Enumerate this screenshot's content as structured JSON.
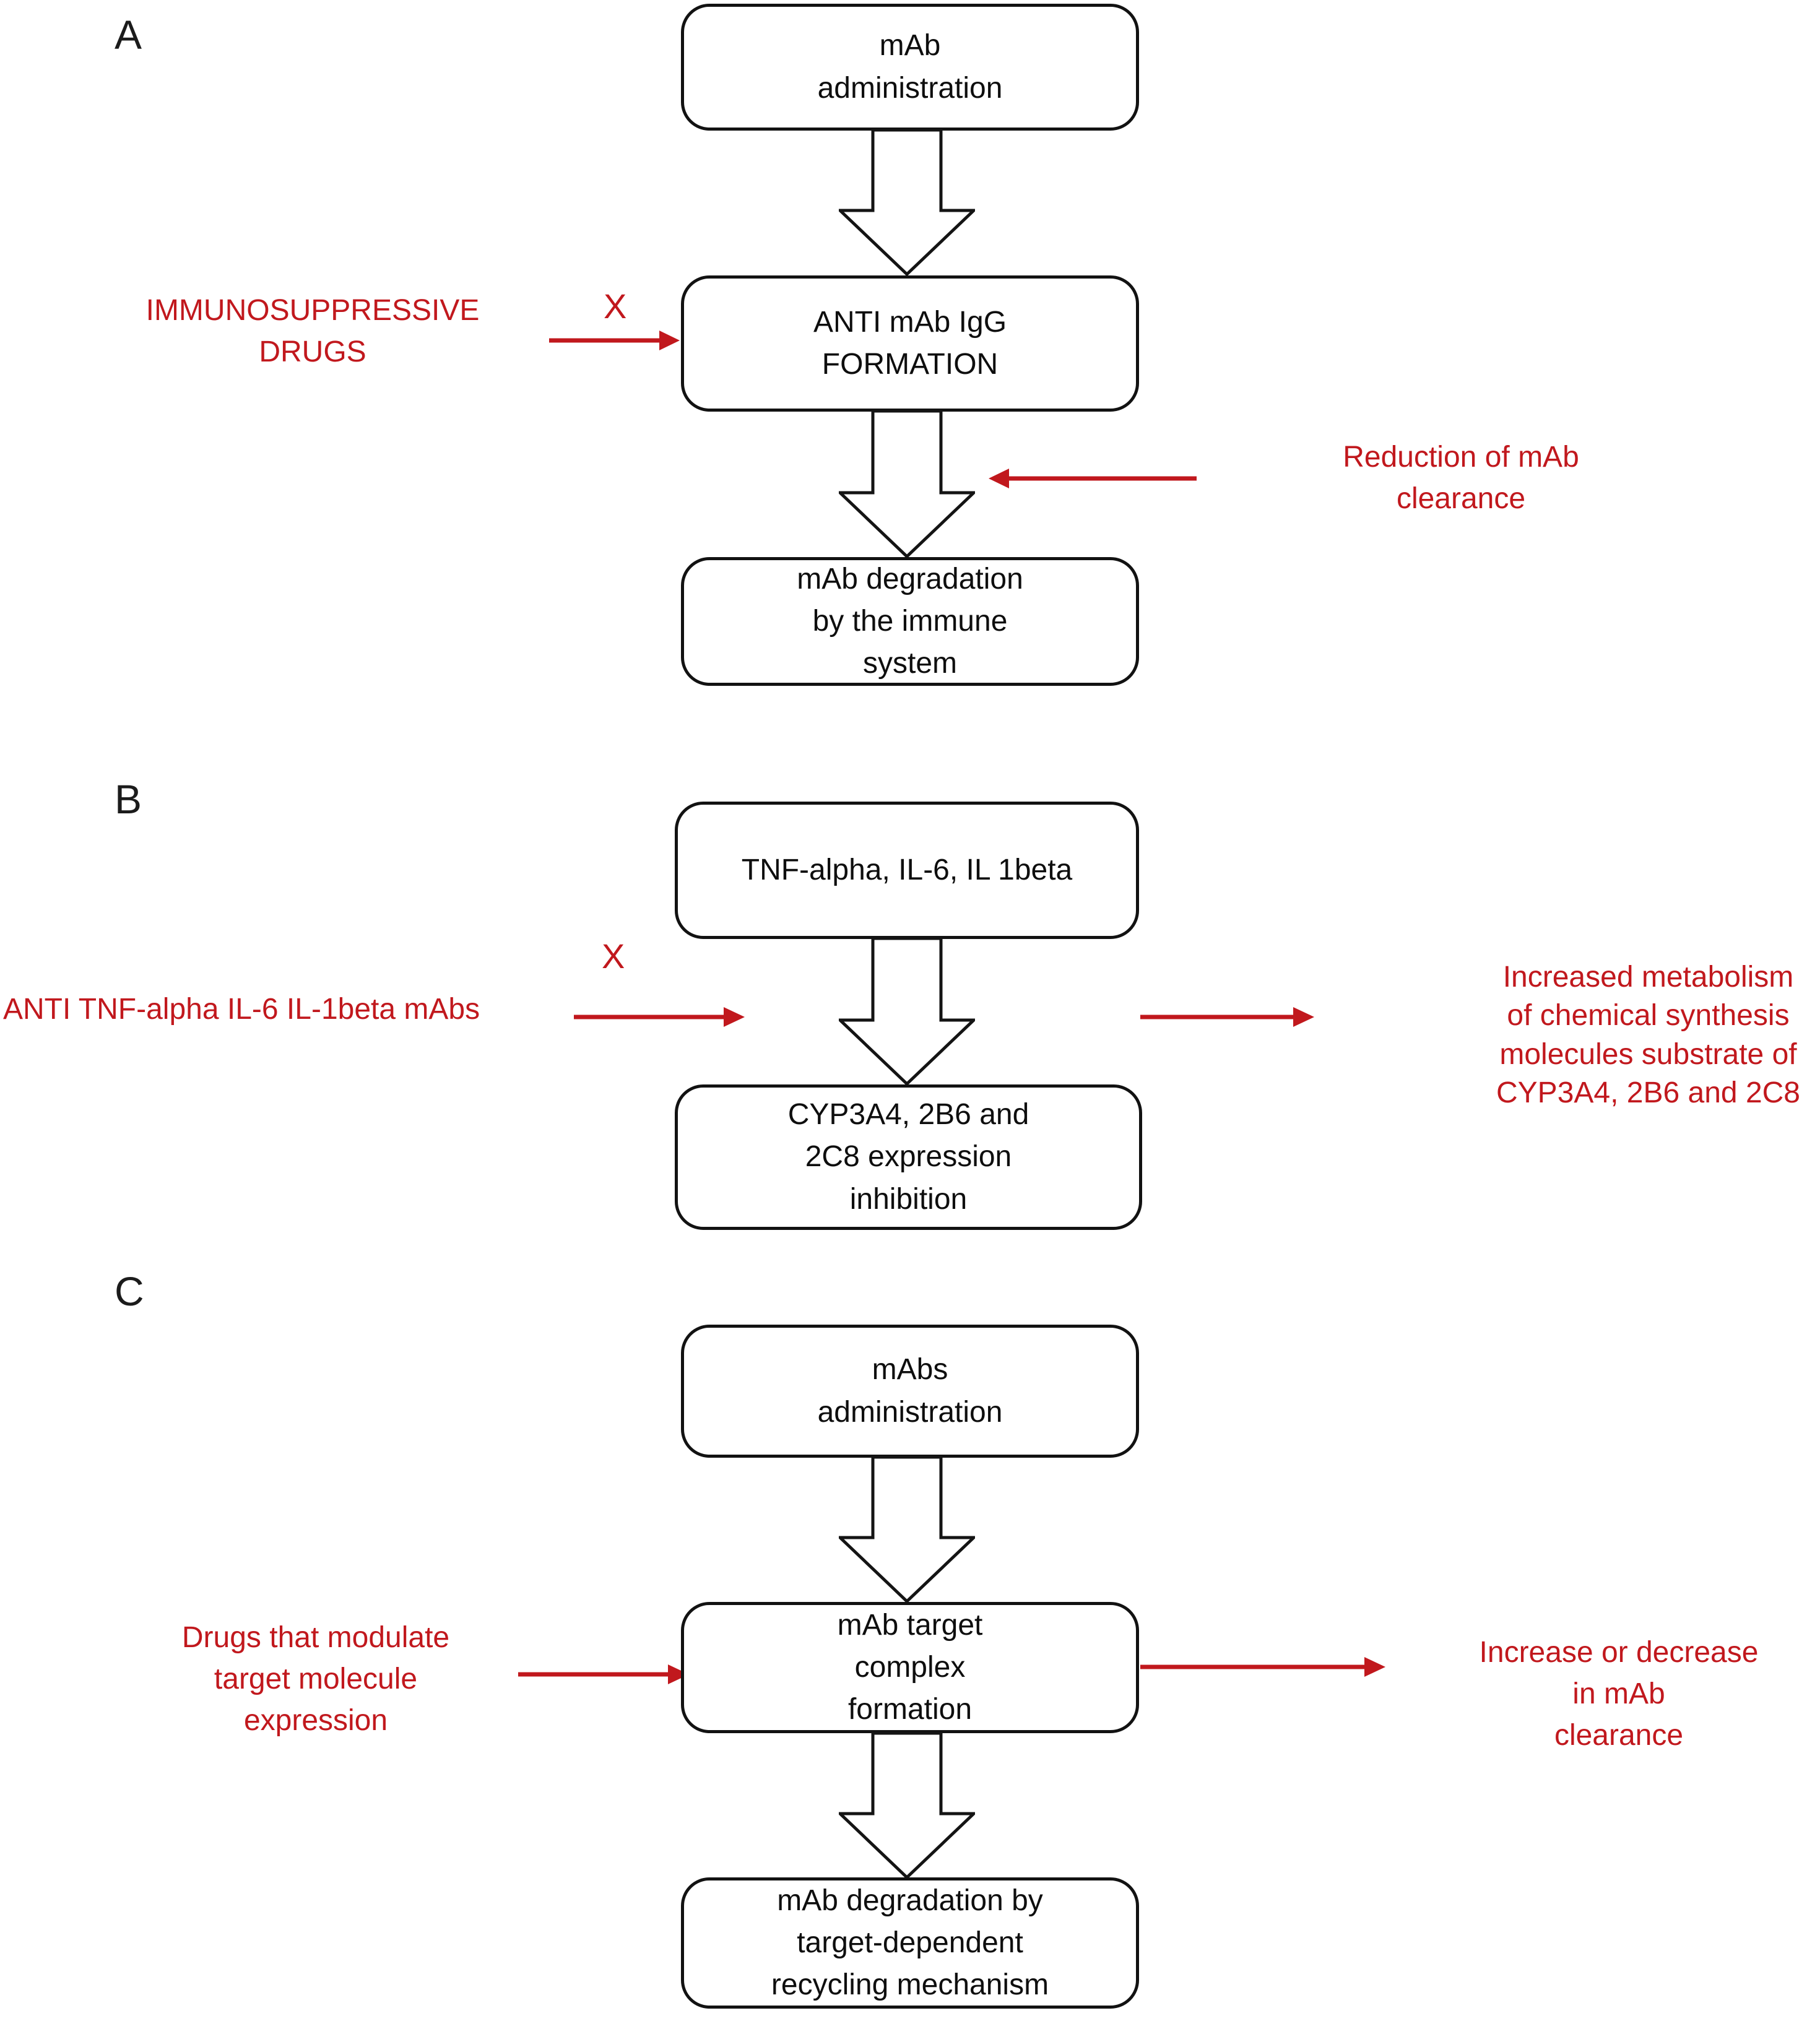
{
  "colors": {
    "red": "#c1181d",
    "line": "#141414",
    "background": "#ffffff"
  },
  "panels": [
    {
      "label": "A",
      "boxes": [
        {
          "text": "mAb\nadministration"
        },
        {
          "text": "ANTI mAb IgG\nFORMATION"
        },
        {
          "text": "mAb degradation\nby the immune\nsystem"
        }
      ],
      "annotations": {
        "left": "IMMUNOSUPPRESSIVE\nDRUGS",
        "x_mark": "X",
        "right": "Reduction of mAb\nclearance"
      }
    },
    {
      "label": "B",
      "boxes": [
        {
          "text": "TNF-alpha, IL-6, IL 1beta"
        },
        {
          "text": "CYP3A4, 2B6 and\n2C8 expression\ninhibition"
        }
      ],
      "annotations": {
        "left": "ANTI TNF-alpha IL-6 IL-1beta mAbs",
        "x_mark": "X",
        "right": "Increased metabolism\nof chemical synthesis\nmolecules substrate of\nCYP3A4, 2B6 and 2C8"
      }
    },
    {
      "label": "C",
      "boxes": [
        {
          "text": "mAbs\nadministration"
        },
        {
          "text": "mAb target\ncomplex\nformation"
        },
        {
          "text": "mAb degradation by\ntarget-dependent\nrecycling mechanism"
        }
      ],
      "annotations": {
        "left": "Drugs that modulate\ntarget molecule\nexpression",
        "right": "Increase or decrease\nin mAb\nclearance"
      }
    }
  ]
}
